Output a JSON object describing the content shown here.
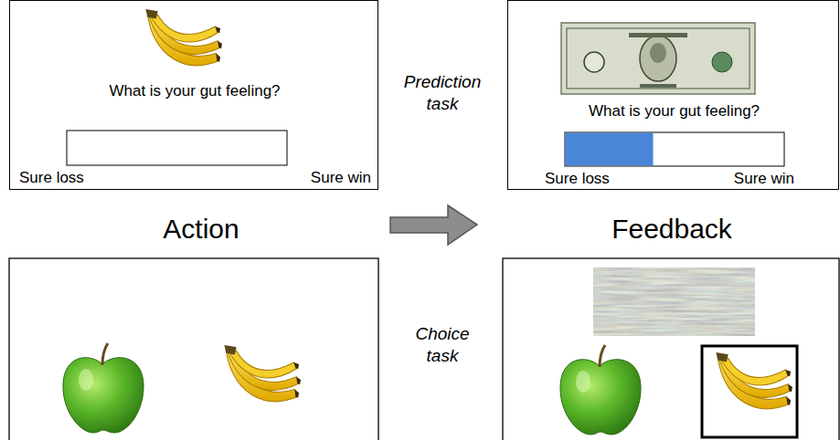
{
  "diagram": {
    "nodes": [
      {
        "text": [
          "What is your gut feeling?",
          "Sure loss",
          "Sure win"
        ]
      },
      {
        "text": [
          "What is your gut feeling?",
          "Sure loss",
          "Sure win"
        ]
      }
    ],
    "labels": [
      "Prediction task",
      "Action",
      "Feedback",
      "Choice task"
    ]
  }
}
